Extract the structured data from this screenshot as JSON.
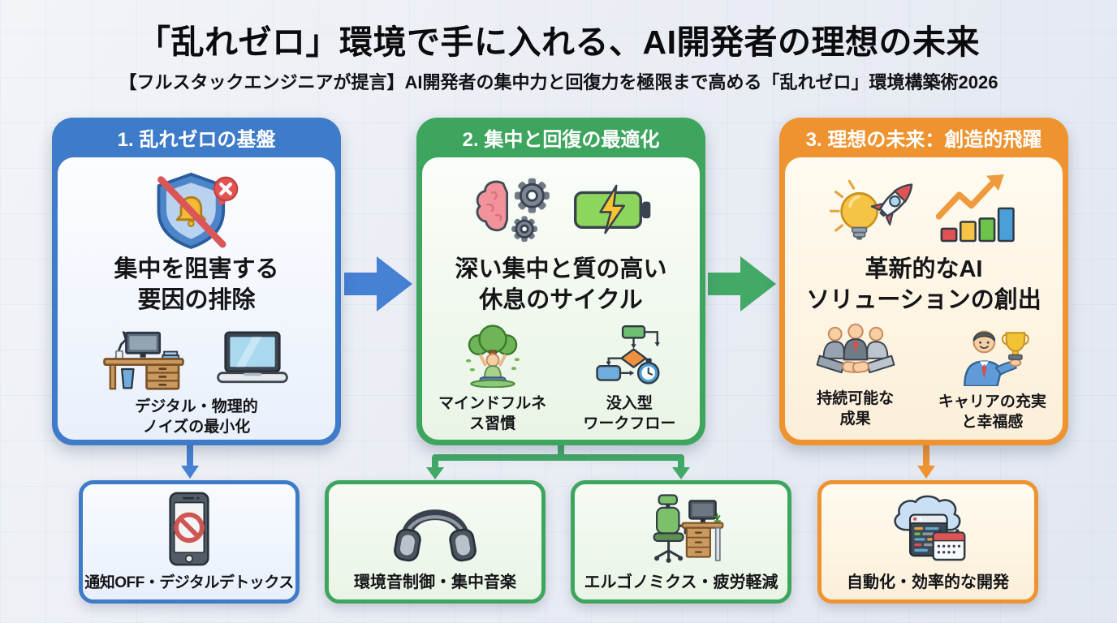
{
  "title": "「乱れゼロ」環境で手に入れる、AI開発者の理想の未来",
  "subtitle": "【フルスタックエンジニアが提言】AI開発者の集中力と回復力を極限まで高める「乱れゼロ」環境構築術2026",
  "colors": {
    "blue": "#3E7BC8",
    "green": "#3EA55E",
    "orange": "#EE9330",
    "arrow_blue": "#4781D4",
    "arrow_green": "#42A967",
    "arrow_orange": "#EE9330"
  },
  "steps": [
    {
      "header": "1. 乱れゼロの基盤",
      "hero_icon": "shield-bell-blocked-icon",
      "main_lines": [
        "集中を阻害する",
        "要因の排除"
      ],
      "sub_icons": [
        "desk-workspace-icon",
        "laptop-icon"
      ],
      "caption_lines": [
        "デジタル・物理的",
        "ノイズの最小化"
      ]
    },
    {
      "header": "2. 集中と回復の最適化",
      "hero_icons": [
        "brain-gears-icon",
        "battery-charging-icon"
      ],
      "main_lines": [
        "深い集中と質の高い",
        "休息のサイクル"
      ],
      "subs": [
        {
          "icon": "meditation-tree-icon",
          "caption_lines": [
            "マインドフルネ",
            "ス習慣"
          ]
        },
        {
          "icon": "workflow-stopwatch-icon",
          "caption_lines": [
            "没入型",
            "ワークフロー"
          ]
        }
      ]
    },
    {
      "header": "3. 理想の未来：創造的飛躍",
      "hero_icons": [
        "idea-rocket-icon",
        "growth-chart-icon"
      ],
      "main_lines": [
        "革新的なAI",
        "ソリューションの創出"
      ],
      "subs": [
        {
          "icon": "handshake-team-icon",
          "caption_lines": [
            "持続可能な",
            "成果"
          ]
        },
        {
          "icon": "trophy-career-icon",
          "caption_lines": [
            "キャリアの充実",
            "と幸福感"
          ]
        }
      ]
    }
  ],
  "detail_cards": [
    {
      "icon": "phone-notifications-off-icon",
      "label": "通知OFF・デジタルデトックス",
      "theme": "blue"
    },
    {
      "icon": "headphones-icon",
      "label": "環境音制御・集中音楽",
      "theme": "green"
    },
    {
      "icon": "ergonomic-desk-icon",
      "label": "エルゴノミクス・疲労軽減",
      "theme": "green"
    },
    {
      "icon": "cloud-automation-icon",
      "label": "自動化・効率的な開発",
      "theme": "orange"
    }
  ]
}
